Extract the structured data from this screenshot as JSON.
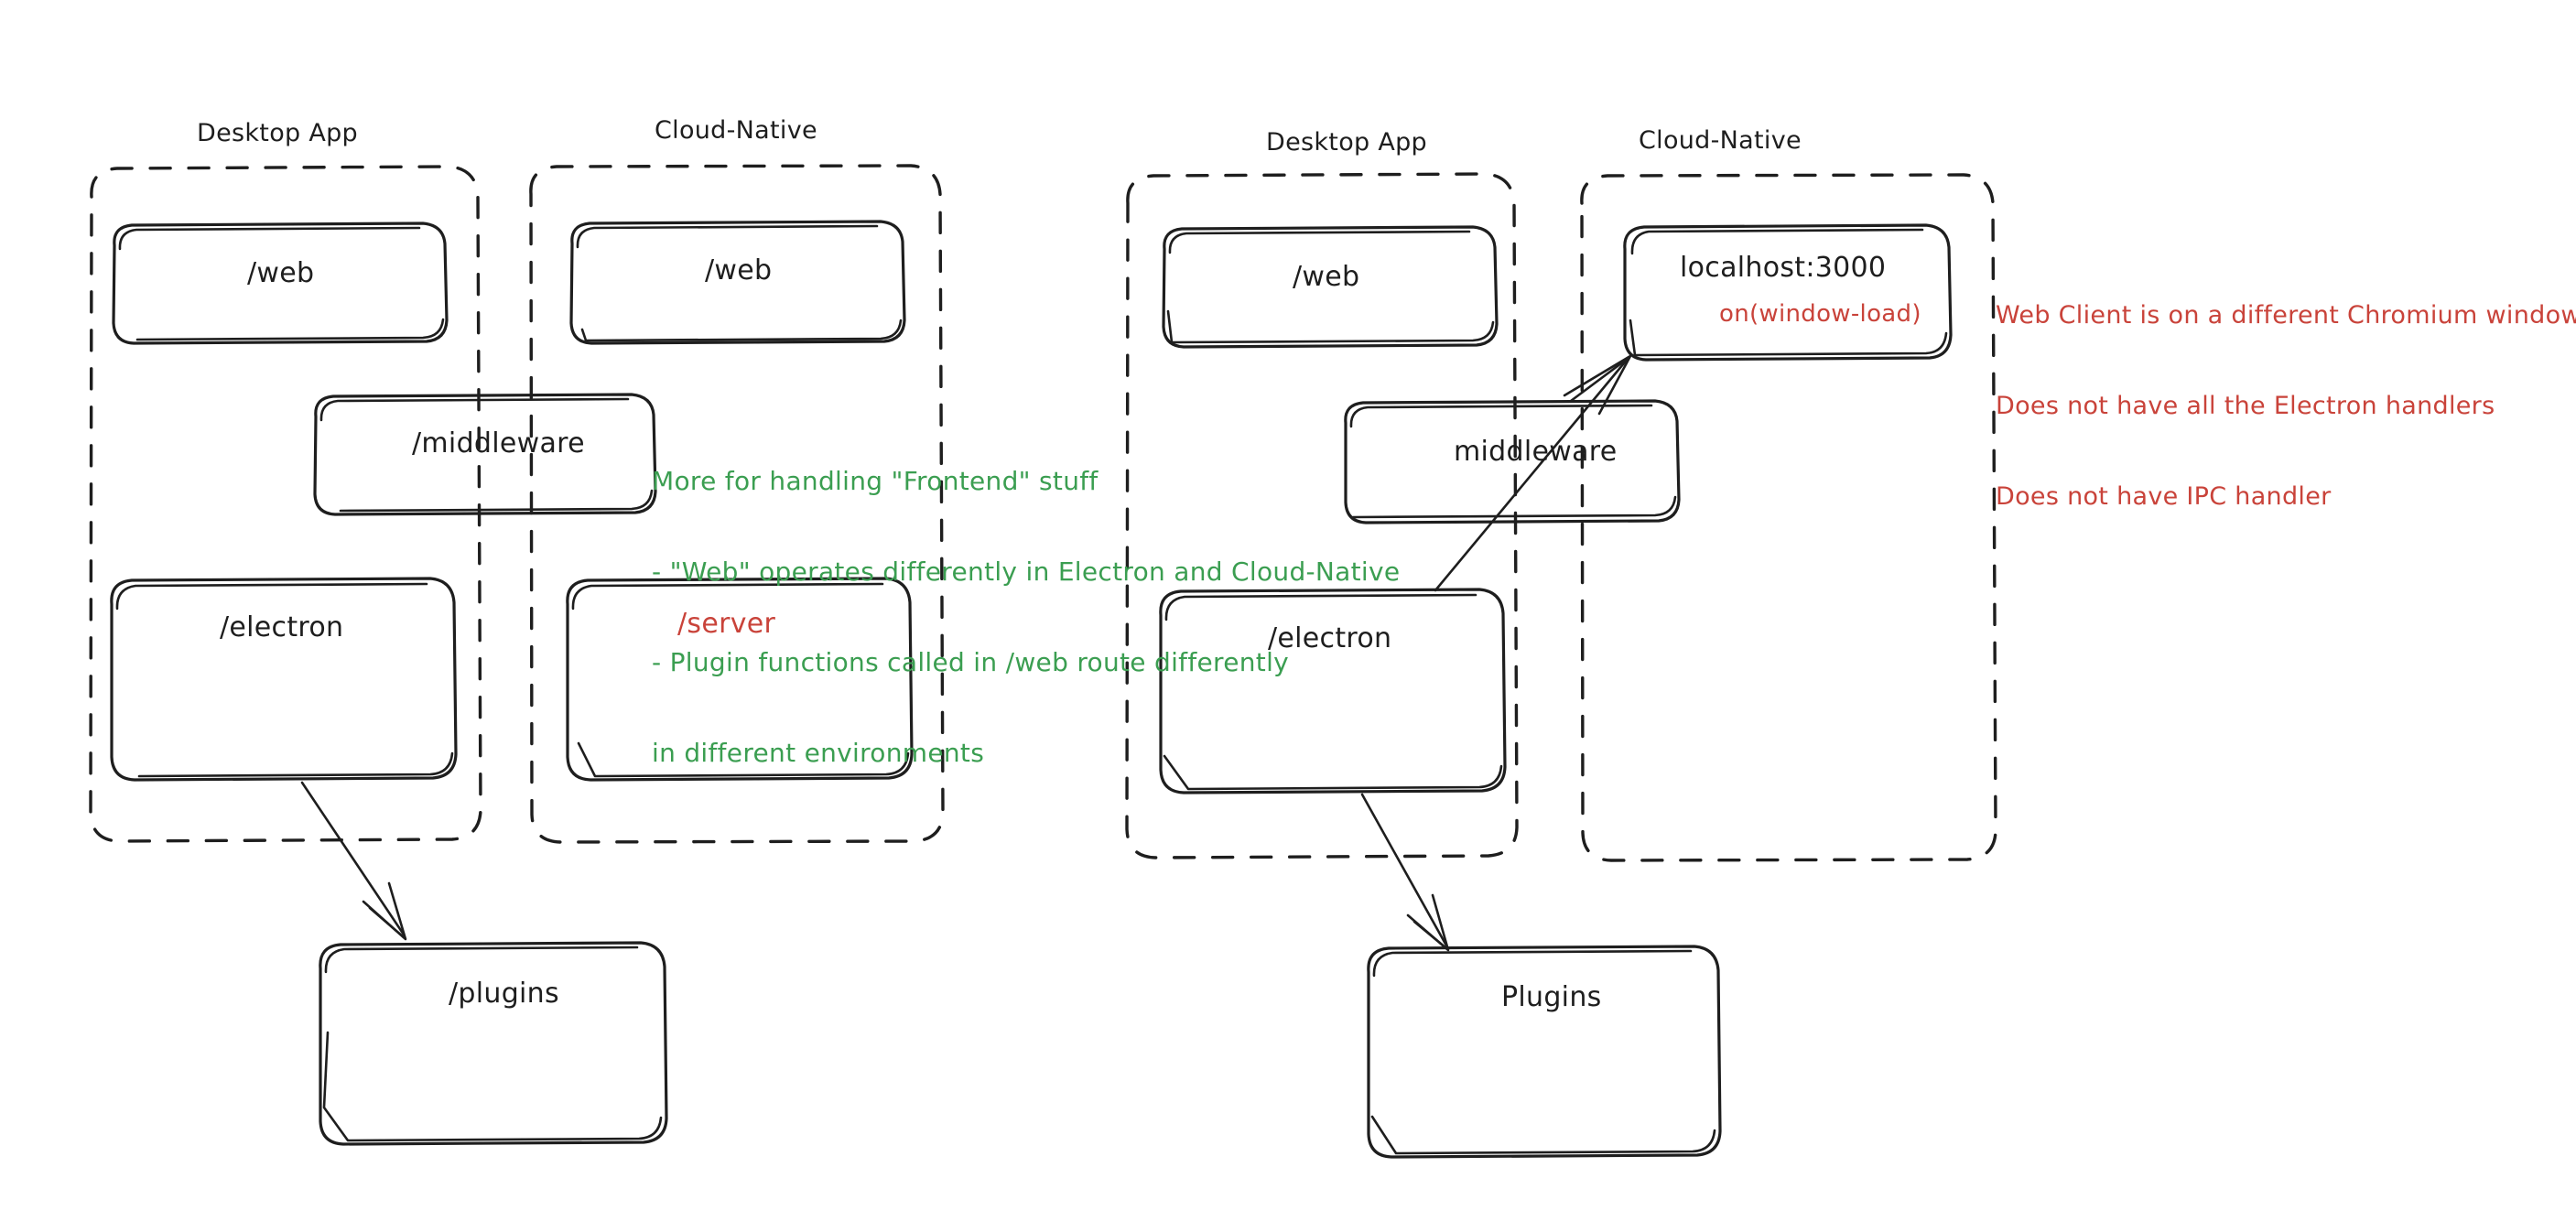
{
  "diagram": {
    "type": "architecture-sketch",
    "style": "hand-drawn",
    "background": "#ffffff",
    "colors": {
      "ink": "#1e1e1e",
      "green_note": "#3b9e51",
      "red_note": "#c9433a"
    }
  },
  "left_diagram": {
    "name": "current-architecture",
    "groups": [
      {
        "id": "left-desktop",
        "label": "Desktop App",
        "boxes": [
          {
            "id": "left-desktop-web",
            "label": "/web",
            "color": "ink"
          },
          {
            "id": "left-desktop-electron",
            "label": "/electron",
            "color": "ink"
          }
        ]
      },
      {
        "id": "left-cloud",
        "label": "Cloud-Native",
        "boxes": [
          {
            "id": "left-cloud-web",
            "label": "/web",
            "color": "ink"
          },
          {
            "id": "left-cloud-server",
            "label": "/server",
            "color": "red"
          }
        ]
      }
    ],
    "shared_boxes": [
      {
        "id": "left-middleware",
        "label": "/middleware",
        "color": "ink"
      },
      {
        "id": "left-plugins",
        "label": "/plugins",
        "color": "ink"
      }
    ],
    "arrows": [
      {
        "id": "left-electron-to-plugins",
        "from": "/electron",
        "to": "/plugins"
      }
    ]
  },
  "right_diagram": {
    "name": "proposed-architecture",
    "groups": [
      {
        "id": "right-desktop",
        "label": "Desktop App",
        "boxes": [
          {
            "id": "right-desktop-web",
            "label": "/web",
            "color": "ink"
          },
          {
            "id": "right-desktop-electron",
            "label": "/electron",
            "color": "ink"
          }
        ]
      },
      {
        "id": "right-cloud",
        "label": "Cloud-Native",
        "boxes": [
          {
            "id": "right-cloud-localhost",
            "label": "localhost:3000",
            "color": "ink",
            "sublabel": "on(window-load)",
            "sublabel_color": "red"
          }
        ]
      }
    ],
    "shared_boxes": [
      {
        "id": "right-middleware",
        "label": "middleware",
        "color": "ink"
      },
      {
        "id": "right-plugins",
        "label": "Plugins",
        "color": "ink"
      }
    ],
    "arrows": [
      {
        "id": "right-electron-to-plugins",
        "from": "/electron",
        "to": "Plugins"
      },
      {
        "id": "right-electron-to-localhost",
        "from": "/electron",
        "to": "localhost:3000"
      }
    ]
  },
  "notes": {
    "green": {
      "id": "middleware-note",
      "color": "#3b9e51",
      "lines": [
        "More for handling \"Frontend\" stuff",
        "- \"Web\" operates differently in Electron and Cloud-Native",
        "- Plugin functions called in /web route differently",
        "in different environments"
      ]
    },
    "red": {
      "id": "web-client-note",
      "color": "#c9433a",
      "lines": [
        "Web Client is on a different Chromium window",
        "Does not have all the Electron handlers",
        "Does not have IPC handler"
      ]
    }
  }
}
